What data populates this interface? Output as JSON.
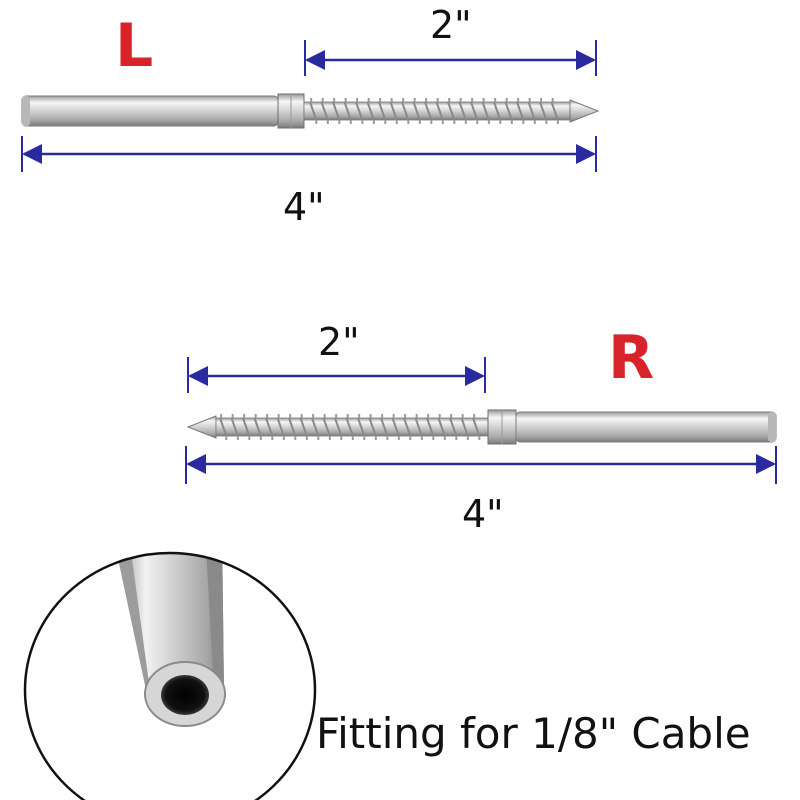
{
  "colors": {
    "letter": "#d8232a",
    "dimension_line": "#2a2aa0",
    "text": "#111111",
    "steel_light": "#f4f4f4",
    "steel_mid": "#c6c6c6",
    "steel_dark": "#8a8a8a"
  },
  "left_fitting": {
    "letter": "L",
    "thread_length": "2\"",
    "total_length": "4\""
  },
  "right_fitting": {
    "letter": "R",
    "thread_length": "2\"",
    "total_length": "4\""
  },
  "detail": {
    "caption": "Fitting for 1/8\" Cable"
  },
  "icons": {
    "left_fitting": "lag-screw-fitting-icon",
    "right_fitting": "lag-screw-fitting-icon",
    "tube_end": "hollow-tube-end-icon"
  }
}
